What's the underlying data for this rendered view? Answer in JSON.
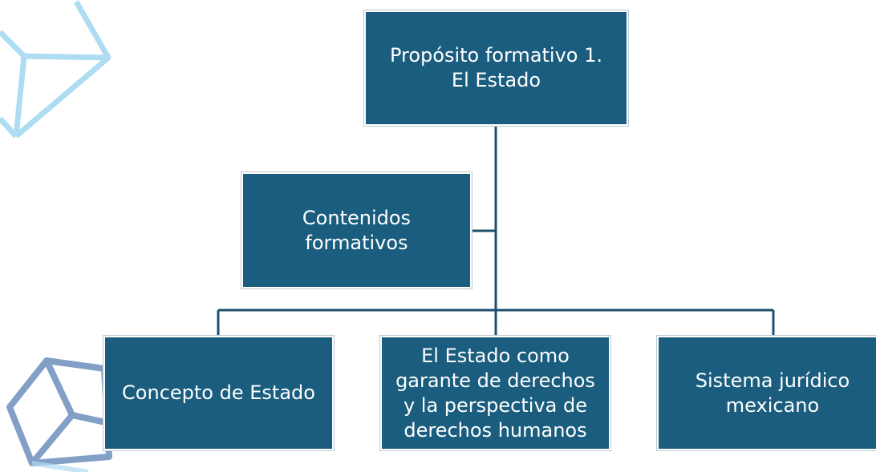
{
  "diagram": {
    "root": {
      "label": "Propósito formativo 1.\nEl Estado"
    },
    "side": {
      "label": "Contenidos\nformativos"
    },
    "children": [
      {
        "label": "Concepto de Estado"
      },
      {
        "label": "El Estado como\ngarante de derechos\ny la perspectiva de\nderechos humanos"
      },
      {
        "label": "Sistema jurídico\nmexicano"
      }
    ]
  },
  "colors": {
    "box_fill": "#1a5d7e",
    "box_text": "#ffffff",
    "connector": "#1f4f6e",
    "deco_light_blue": "#aedcf2",
    "deco_dark_blue": "#6d8fbd"
  },
  "icons": {
    "top_left_decoration": "cube-outline-icon",
    "bottom_left_decoration": "cube-outline-icon"
  }
}
